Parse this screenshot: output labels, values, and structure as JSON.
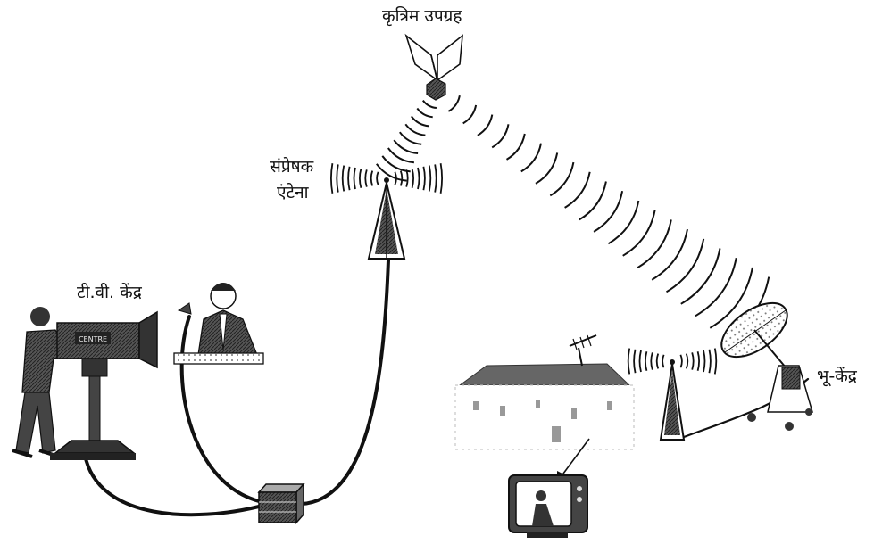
{
  "labels": {
    "satellite": "कृत्रिम उपग्रह",
    "transmitter_line1": "संप्रेषक",
    "transmitter_line2": "एंटेना",
    "tv_centre": "टी.वी. केंद्र",
    "ground_station": "भू-केंद्र"
  },
  "camera_badge": "CENTRE",
  "colors": {
    "ink": "#111111",
    "mid": "#444444",
    "light": "#9a9a9a",
    "paper": "#ffffff"
  }
}
